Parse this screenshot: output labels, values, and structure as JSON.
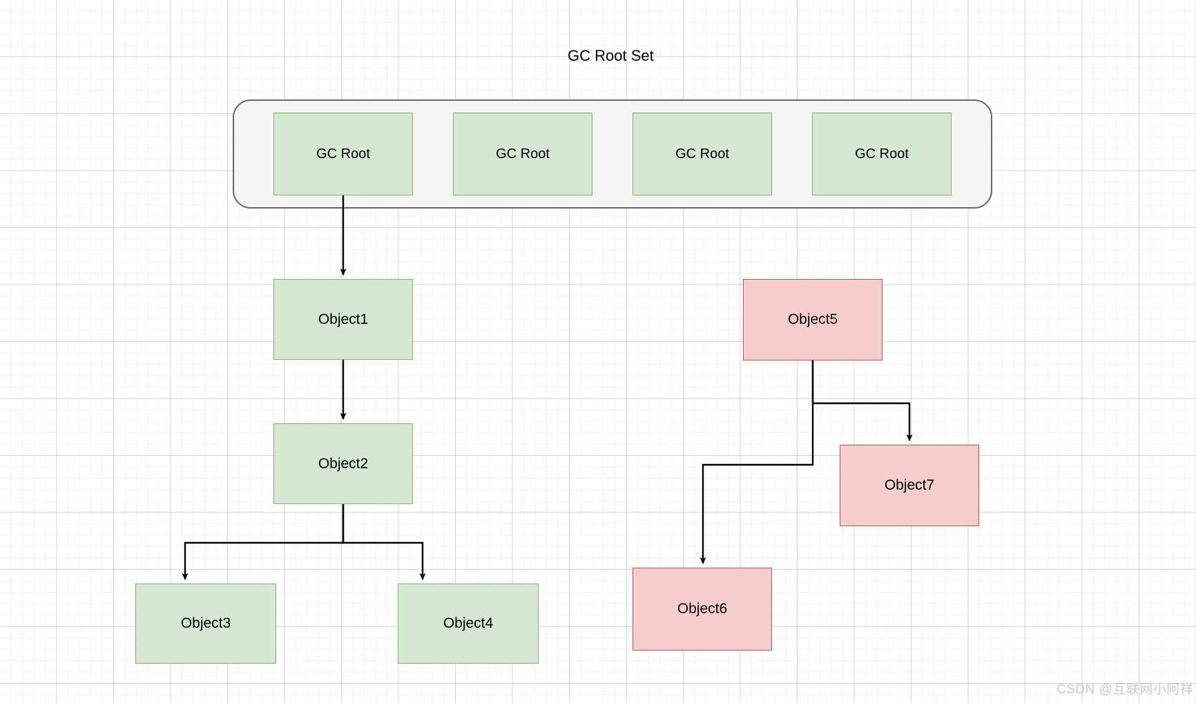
{
  "diagram": {
    "title": "GC Root Set",
    "watermark": "CSDN @互联网小阿祥",
    "colors": {
      "reachable_fill": "#d5e8d4",
      "reachable_stroke": "#82b366",
      "unreachable_fill": "#f8cecc",
      "unreachable_stroke": "#b85450",
      "container_fill": "#f5f5f5",
      "container_stroke": "#666666",
      "edge_stroke": "#000000",
      "grid_minor": "#f0f0f0",
      "grid_major": "#dcdcdc",
      "watermark_color": "#c9c9c9"
    },
    "root_set": {
      "label": "GC Root Set",
      "roots": [
        {
          "label": "GC Root"
        },
        {
          "label": "GC Root"
        },
        {
          "label": "GC Root"
        },
        {
          "label": "GC Root"
        }
      ]
    },
    "objects": [
      {
        "id": "object1",
        "label": "Object1",
        "state": "reachable"
      },
      {
        "id": "object2",
        "label": "Object2",
        "state": "reachable"
      },
      {
        "id": "object3",
        "label": "Object3",
        "state": "reachable"
      },
      {
        "id": "object4",
        "label": "Object4",
        "state": "reachable"
      },
      {
        "id": "object5",
        "label": "Object5",
        "state": "unreachable"
      },
      {
        "id": "object6",
        "label": "Object6",
        "state": "unreachable"
      },
      {
        "id": "object7",
        "label": "Object7",
        "state": "unreachable"
      }
    ],
    "edges": [
      {
        "from": "gc-root-1",
        "to": "object1"
      },
      {
        "from": "object1",
        "to": "object2"
      },
      {
        "from": "object2",
        "to": "object3"
      },
      {
        "from": "object2",
        "to": "object4"
      },
      {
        "from": "object5",
        "to": "object6"
      },
      {
        "from": "object5",
        "to": "object7"
      }
    ]
  }
}
